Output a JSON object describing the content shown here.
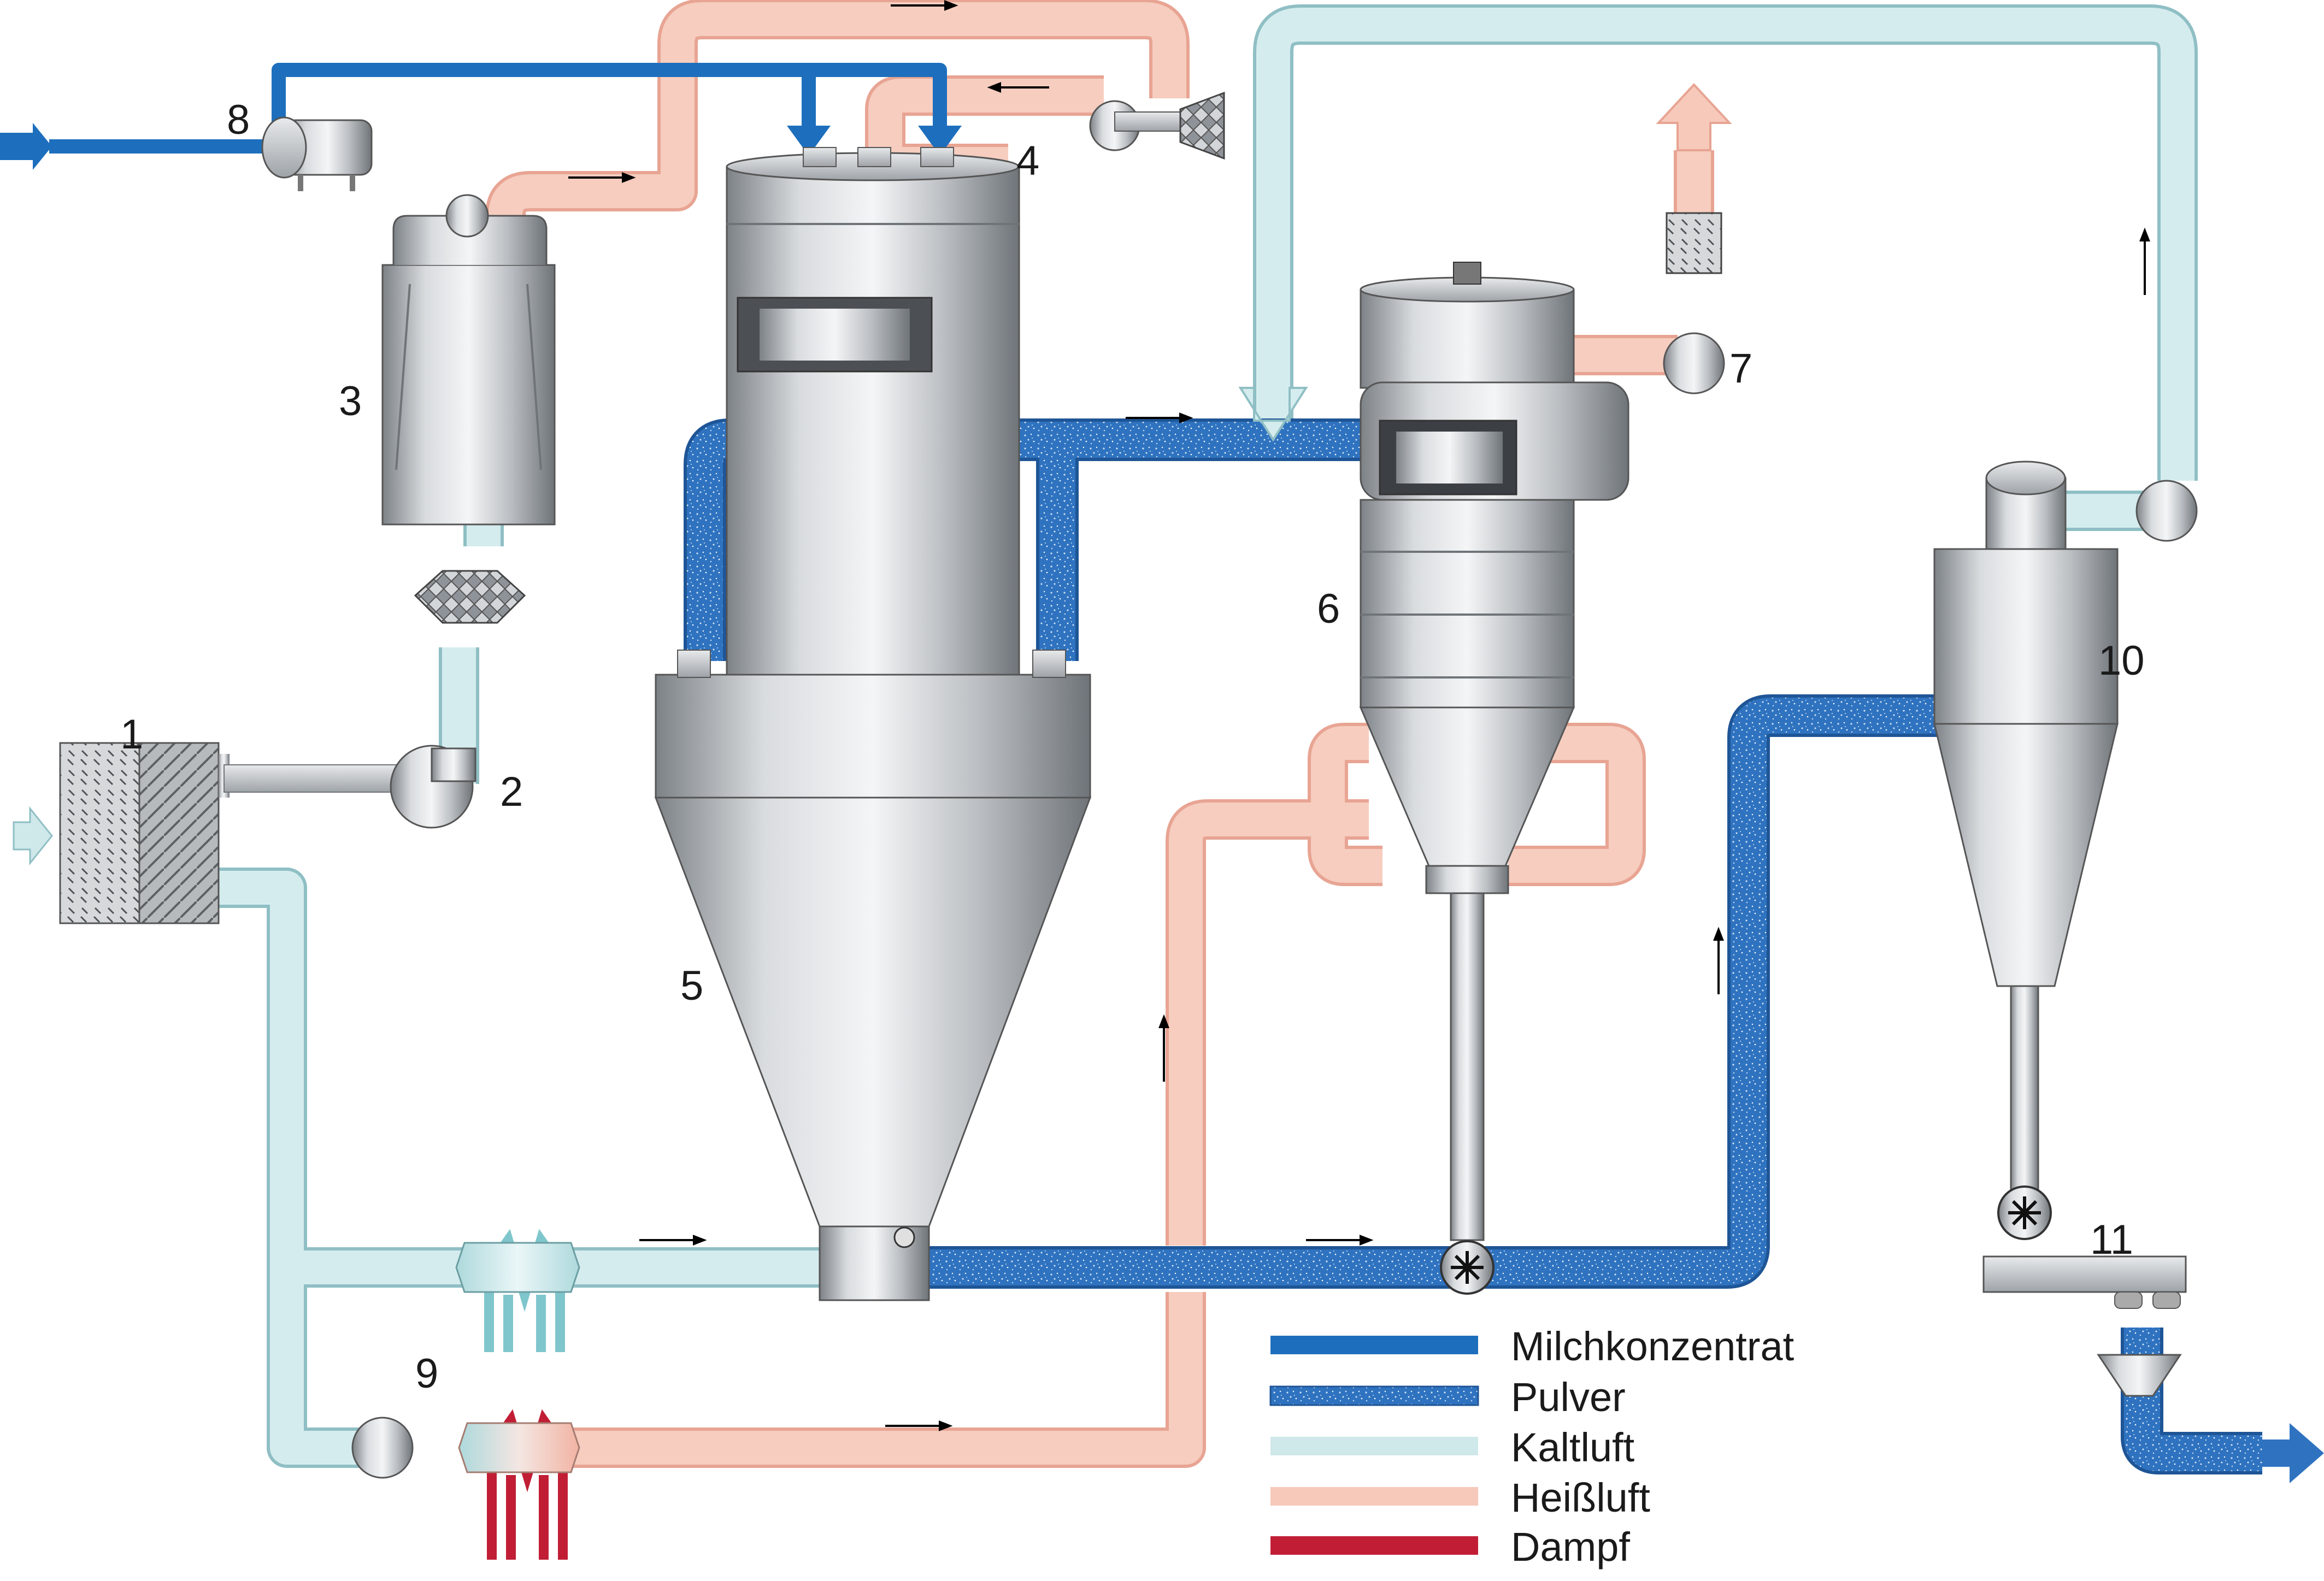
{
  "colors": {
    "milchkonzentrat": "#1d6fbd",
    "pulver": "#2f73c0",
    "kaltluft": "#cfe8ea",
    "heissluft": "#f6c9bb",
    "dampf": "#c11e36",
    "steel": "#c9cdd1"
  },
  "labels": {
    "n1": "1",
    "n2": "2",
    "n3": "3",
    "n4": "4",
    "n5": "5",
    "n6": "6",
    "n7": "7",
    "n8": "8",
    "n9": "9",
    "n10": "10",
    "n11": "11"
  },
  "legend": [
    {
      "label": "Milchkonzentrat",
      "color": "milchkonzentrat"
    },
    {
      "label": "Pulver",
      "color": "pulver"
    },
    {
      "label": "Kaltluft",
      "color": "kaltluft"
    },
    {
      "label": "Heißluft",
      "color": "heissluft"
    },
    {
      "label": "Dampf",
      "color": "dampf"
    }
  ],
  "icons": [
    "arrow-icon",
    "rotary-valve-icon",
    "heater-coil-icon",
    "fan-icon",
    "filter-icon"
  ]
}
